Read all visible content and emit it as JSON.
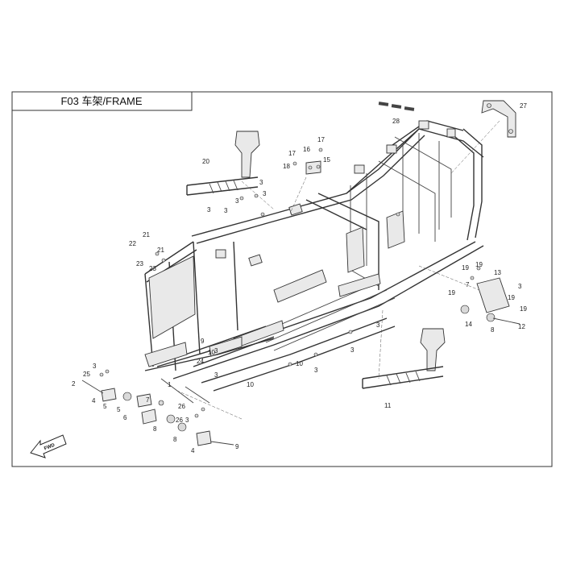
{
  "title": "F03 车架/FRAME",
  "direction_marker": "FWD",
  "part_labels": [
    {
      "id": "27",
      "text": "27"
    },
    {
      "id": "28",
      "text": "28"
    },
    {
      "id": "17a",
      "text": "17"
    },
    {
      "id": "17b",
      "text": "17"
    },
    {
      "id": "16",
      "text": "16"
    },
    {
      "id": "15",
      "text": "15"
    },
    {
      "id": "18",
      "text": "18"
    },
    {
      "id": "20",
      "text": "20"
    },
    {
      "id": "3-top-a",
      "text": "3"
    },
    {
      "id": "3-top-b",
      "text": "3"
    },
    {
      "id": "3-top-c",
      "text": "3"
    },
    {
      "id": "3-top-d",
      "text": "3"
    },
    {
      "id": "3-top-e",
      "text": "3"
    },
    {
      "id": "21a",
      "text": "21"
    },
    {
      "id": "21b",
      "text": "21"
    },
    {
      "id": "22",
      "text": "22"
    },
    {
      "id": "23a",
      "text": "23"
    },
    {
      "id": "23b",
      "text": "23"
    },
    {
      "id": "19a",
      "text": "19"
    },
    {
      "id": "19b",
      "text": "19"
    },
    {
      "id": "19c",
      "text": "19"
    },
    {
      "id": "19d",
      "text": "19"
    },
    {
      "id": "19e",
      "text": "19"
    },
    {
      "id": "7r",
      "text": "7"
    },
    {
      "id": "13",
      "text": "13"
    },
    {
      "id": "3-right",
      "text": "3"
    },
    {
      "id": "14",
      "text": "14"
    },
    {
      "id": "8r",
      "text": "8"
    },
    {
      "id": "12",
      "text": "12"
    },
    {
      "id": "3-mid-a",
      "text": "3"
    },
    {
      "id": "3-mid-b",
      "text": "3"
    },
    {
      "id": "3-mid-c",
      "text": "3"
    },
    {
      "id": "10a",
      "text": "10"
    },
    {
      "id": "10b",
      "text": "10"
    },
    {
      "id": "10c",
      "text": "10"
    },
    {
      "id": "11",
      "text": "11"
    },
    {
      "id": "9-inner",
      "text": "9"
    },
    {
      "id": "24",
      "text": "24"
    },
    {
      "id": "3-left-a",
      "text": "3"
    },
    {
      "id": "3-left-b",
      "text": "3"
    },
    {
      "id": "25a",
      "text": "25"
    },
    {
      "id": "2",
      "text": "2"
    },
    {
      "id": "4a",
      "text": "4"
    },
    {
      "id": "5a",
      "text": "5"
    },
    {
      "id": "5b",
      "text": "5"
    },
    {
      "id": "7l",
      "text": "7"
    },
    {
      "id": "6",
      "text": "6"
    },
    {
      "id": "3-left-c",
      "text": "3"
    },
    {
      "id": "1",
      "text": "1"
    },
    {
      "id": "8l",
      "text": "8"
    },
    {
      "id": "26a",
      "text": "26"
    },
    {
      "id": "26b",
      "text": "26"
    },
    {
      "id": "3-left-d",
      "text": "3"
    },
    {
      "id": "8b",
      "text": "8"
    },
    {
      "id": "4b",
      "text": "4"
    },
    {
      "id": "9",
      "text": "9"
    }
  ]
}
